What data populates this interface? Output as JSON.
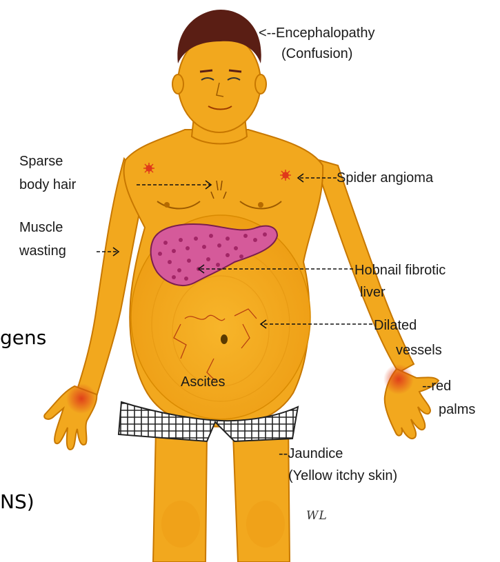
{
  "background_fragments": {
    "line1": "gens",
    "line2": "NS)"
  },
  "labels": {
    "encephalopathy": "<--Encephalopathy",
    "confusion": "(Confusion)",
    "sparse_1": "Sparse",
    "sparse_2": "body hair",
    "spider": "Spider angioma",
    "muscle_1": "Muscle",
    "muscle_2": "wasting",
    "liver_1": "Hobnail fibrotic",
    "liver_2": "liver",
    "dilated_1": "Dilated",
    "dilated_2": "vessels",
    "ascites": "Ascites",
    "red_palms_1": "--red",
    "red_palms_2": "palms",
    "jaundice_1": "--Jaundice",
    "jaundice_2": "(Yellow itchy skin)",
    "signature": "WL"
  },
  "colors": {
    "skin": "#F2A81E",
    "skin_outline": "#C77700",
    "hair": "#5A1E14",
    "liver": "#D55A9A",
    "liver_spots": "#9A1E5E",
    "palm_red": "#E0401A",
    "angioma": "#E03A1A",
    "shorts_check": "#222222"
  }
}
